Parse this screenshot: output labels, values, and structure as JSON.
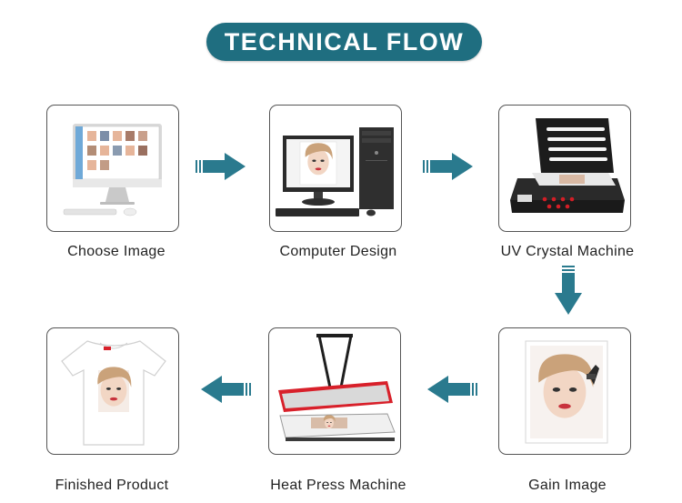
{
  "title": "TECHNICAL FLOW",
  "colors": {
    "accent": "#1f6e80",
    "arrow": "#2a7a8e",
    "border": "#555555",
    "heat_press_red": "#d8202a"
  },
  "steps": [
    {
      "id": "choose-image",
      "label": "Choose Image",
      "icon": "imac-icon"
    },
    {
      "id": "computer-design",
      "label": "Computer Design",
      "icon": "desktop-computer-icon"
    },
    {
      "id": "uv-crystal-machine",
      "label": "UV Crystal Machine",
      "icon": "uv-machine-icon"
    },
    {
      "id": "gain-image",
      "label": "Gain Image",
      "icon": "printed-photo-icon"
    },
    {
      "id": "heat-press-machine",
      "label": "Heat Press Machine",
      "icon": "heat-press-icon"
    },
    {
      "id": "finished-product",
      "label": "Finished Product",
      "icon": "tshirt-icon"
    }
  ],
  "flow": [
    {
      "from": "choose-image",
      "to": "computer-design",
      "direction": "right"
    },
    {
      "from": "computer-design",
      "to": "uv-crystal-machine",
      "direction": "right"
    },
    {
      "from": "uv-crystal-machine",
      "to": "gain-image",
      "direction": "down"
    },
    {
      "from": "gain-image",
      "to": "heat-press-machine",
      "direction": "left"
    },
    {
      "from": "heat-press-machine",
      "to": "finished-product",
      "direction": "left"
    }
  ]
}
